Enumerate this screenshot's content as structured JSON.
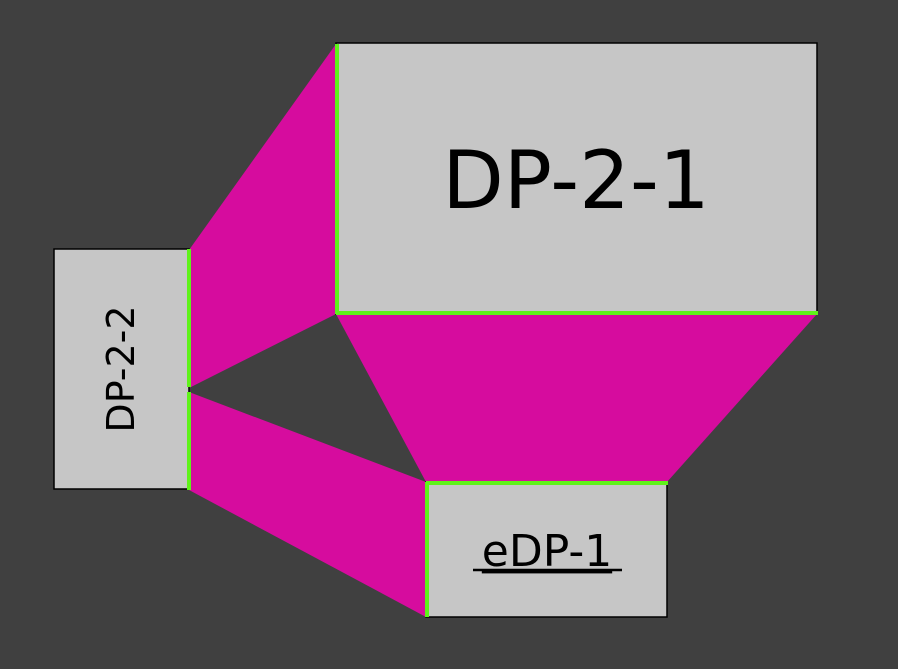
{
  "colors": {
    "background": "#404040",
    "monitor_fill": "#c6c6c6",
    "monitor_border": "#000000",
    "adjacency_fill": "#d60c9e",
    "shared_edge": "#5ff21a",
    "label_text": "#000000"
  },
  "monitors": {
    "dp_2_1": {
      "label": "DP-2-1",
      "orientation": "normal",
      "primary": false
    },
    "dp_2_2": {
      "label": "DP-2-2",
      "orientation": "rotated",
      "primary": false
    },
    "edp_1": {
      "label": "eDP-1",
      "orientation": "normal",
      "primary": true
    }
  }
}
